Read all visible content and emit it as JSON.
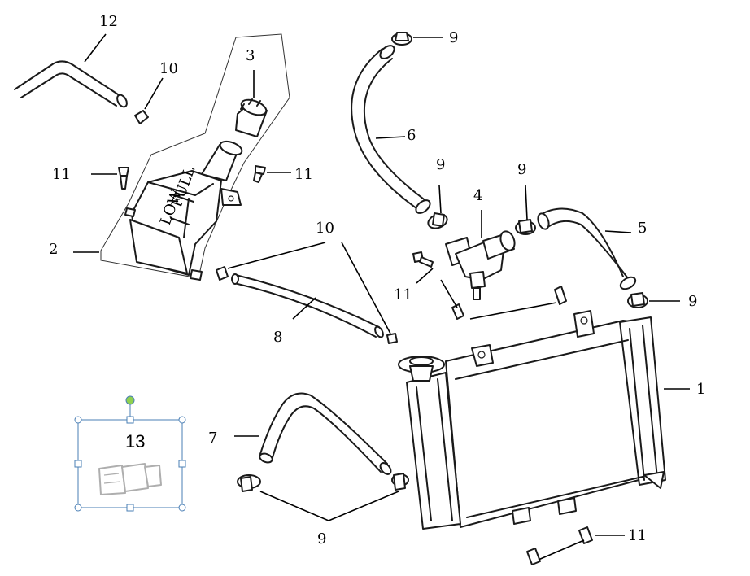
{
  "callouts": {
    "c1": "1",
    "c2": "2",
    "c3": "3",
    "c4": "4",
    "c5": "5",
    "c6": "6",
    "c7": "7",
    "c8": "8",
    "c9a": "9",
    "c9b": "9",
    "c9c": "9",
    "c9d": "9",
    "c9e": "9",
    "c10a": "10",
    "c10b": "10",
    "c11a": "11",
    "c11b": "11",
    "c11c": "11",
    "c11d": "11",
    "c12": "12"
  },
  "selection_box": {
    "label": "13",
    "border_color": "#4a7fb5",
    "rotate_handle_color": "#8fd14f"
  },
  "tank_embossing": {
    "full": "FULL",
    "low": "LOW"
  }
}
